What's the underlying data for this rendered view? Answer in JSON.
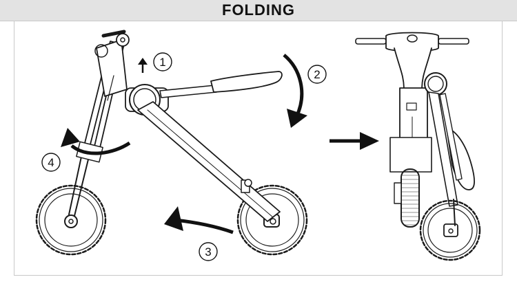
{
  "header": {
    "title": "FOLDING"
  },
  "steps": [
    {
      "number": "1"
    },
    {
      "number": "2"
    },
    {
      "number": "3"
    },
    {
      "number": "4"
    }
  ],
  "colors": {
    "header_bg": "#e3e3e3",
    "line": "#1a1a1a",
    "frame_border": "#c8c8c8"
  }
}
